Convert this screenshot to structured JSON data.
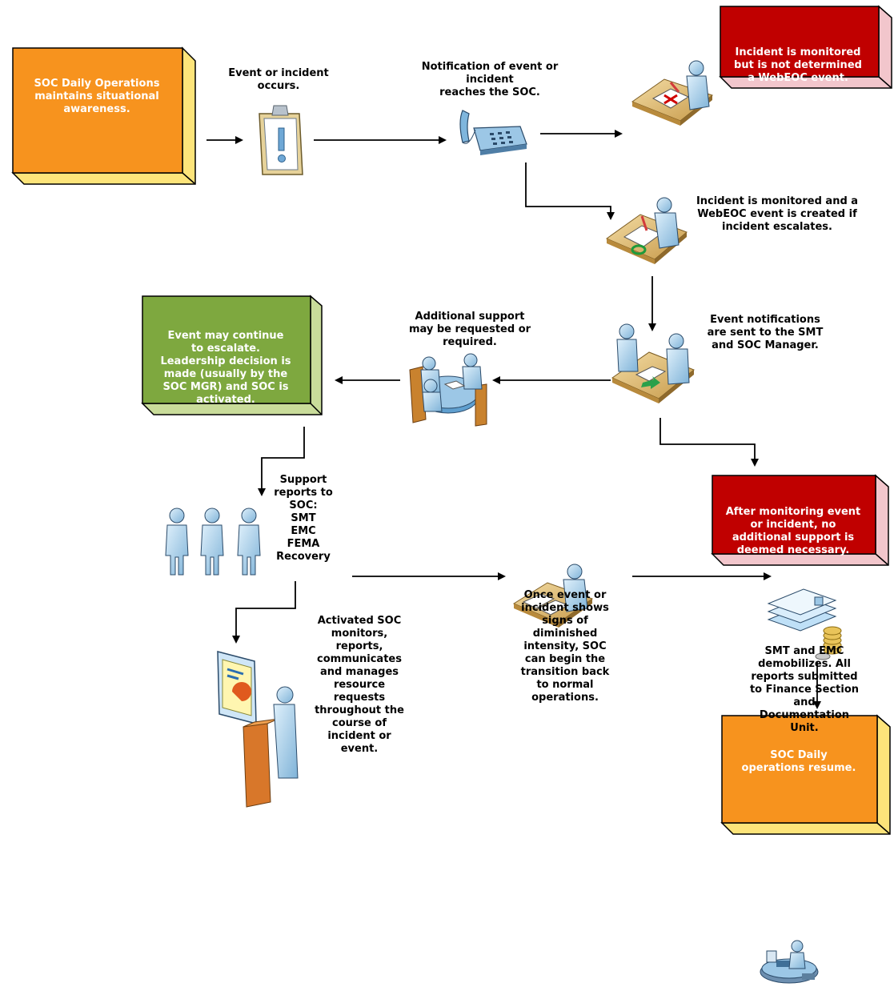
{
  "nodes": {
    "soc_daily_ops": "SOC Daily Operations\nmaintains situational\nawareness.",
    "event_occurs": "Event or incident\noccurs.",
    "notification": "Notification of event or\nincident\nreaches the SOC.",
    "not_determined": "Incident is monitored\nbut is not determined\na WebEOC event.",
    "monitored_created": "Incident is monitored and a\nWebEOC event is created if\nincident escalates.",
    "notifications_sent": "Event notifications\nare sent to the SMT\nand SOC Manager.",
    "additional_support": "Additional support\nmay be requested or\nrequired.",
    "may_escalate": "Event may continue\nto escalate.\nLeadership decision is\nmade (usually by the\nSOC MGR) and SOC is\nactivated.",
    "no_support": "After monitoring event\nor incident, no\nadditional support is\ndeemed necessary.",
    "support_reports": "Support\nreports to\nSOC:\nSMT\nEMC\nFEMA\nRecovery",
    "activated_soc": "Activated SOC\nmonitors,\nreports,\ncommunicates\nand manages\nresource\nrequests\nthroughout the\ncourse of\nincident or\nevent.",
    "transition_back": "Once event or\nincident shows\nsigns of\ndiminished\nintensity, SOC\ncan begin the\ntransition back\nto normal\noperations.",
    "demobilizes": "SMT and EMC\ndemobilizes. All\nreports submitted\nto Finance Section\nand\nDocumentation\nUnit.",
    "ops_resume": "SOC Daily\noperations resume."
  },
  "colors": {
    "orange": "#f7931e",
    "orange_side": "#fde47a",
    "red": "#c00000",
    "red_side": "#f2c6cc",
    "green": "#7ea83f",
    "green_side": "#c9dc9a",
    "figure": "#a9cfe8",
    "desk": "#e3c078"
  },
  "icons": [
    "desk-operator-icon",
    "clipboard-alert-icon",
    "telephone-icon",
    "desk-reject-icon",
    "desk-approve-icon",
    "meeting-desk-icon",
    "conference-table-icon",
    "three-persons-icon",
    "presenter-icon",
    "desk-paperwork-icon",
    "documents-coins-icon"
  ]
}
